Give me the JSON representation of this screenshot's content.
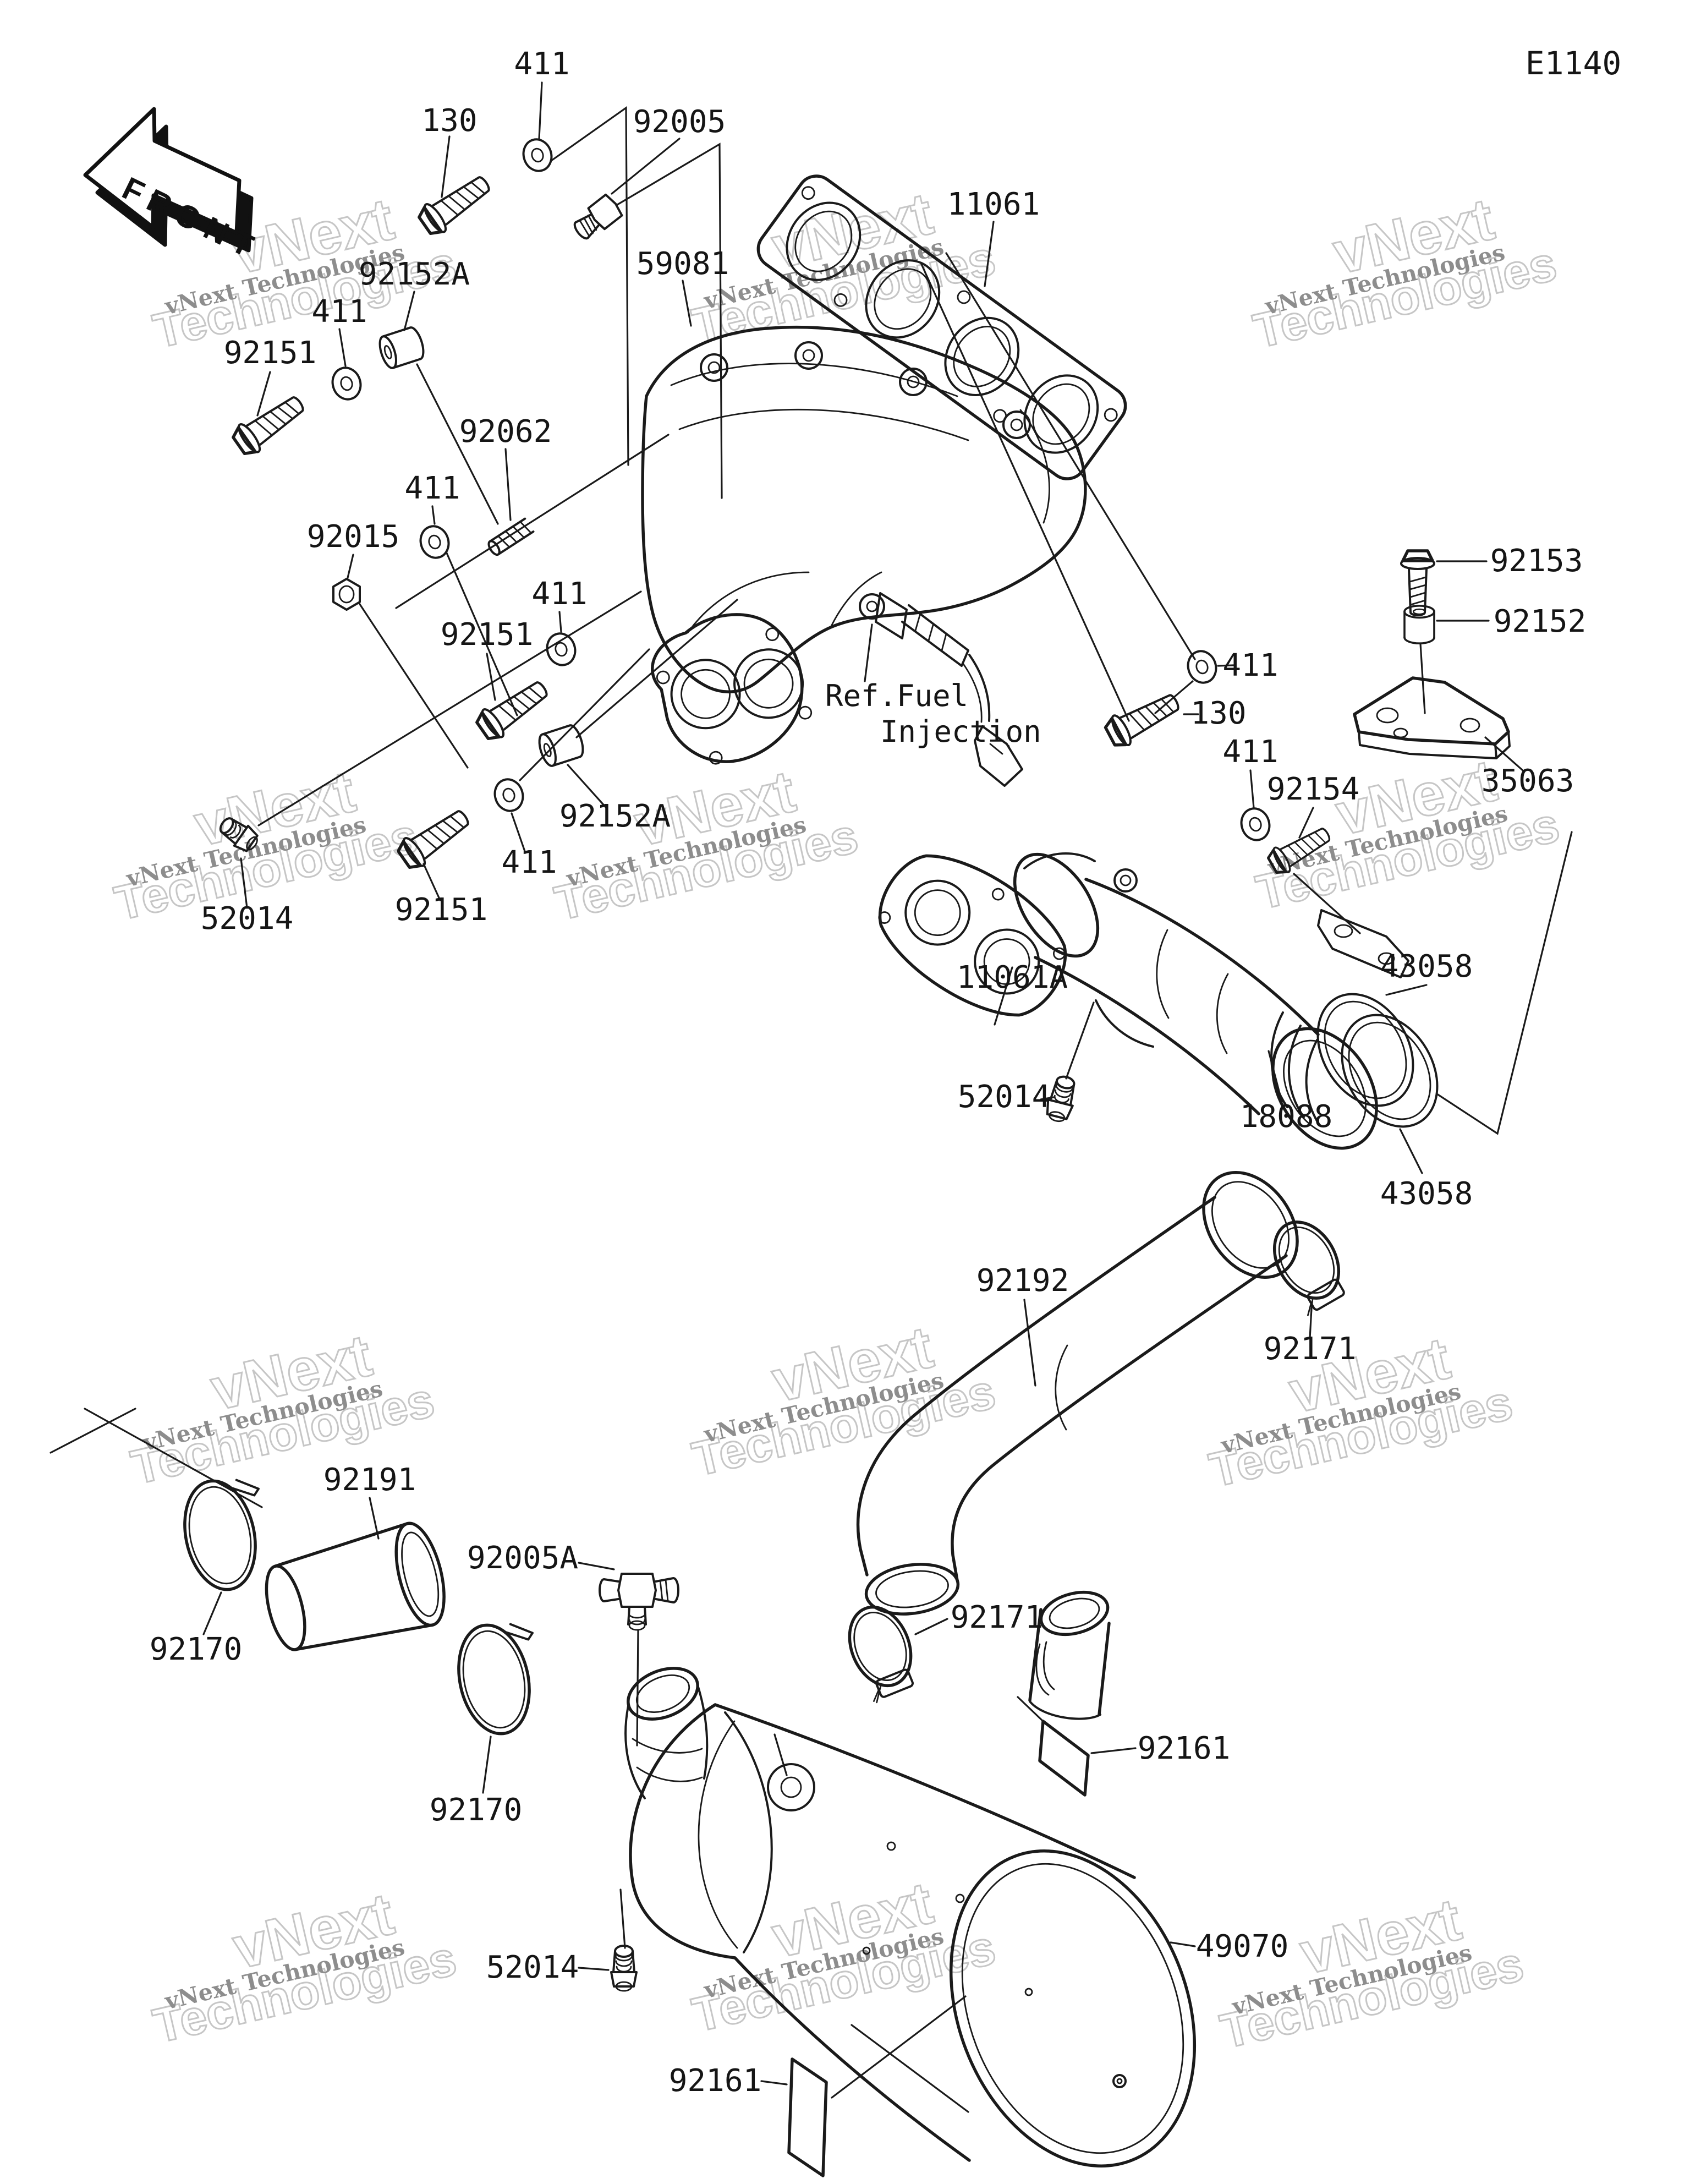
{
  "page": {
    "diagram_code": "E1140",
    "front_marker": "FRONT",
    "fuel_note_line1": "Ref.Fuel",
    "fuel_note_line2": "Injection"
  },
  "watermark": {
    "small": "vNext Technologies",
    "big_line1": "vNext",
    "big_line2": "Technologies"
  },
  "colors": {
    "ink": "#1a1a1a",
    "paper": "#ffffff",
    "watermark_outline": "#c6c6c6",
    "watermark_solid": "#8d8d8d"
  },
  "part_labels": [
    {
      "text": "411"
    },
    {
      "text": "130"
    },
    {
      "text": "92005"
    },
    {
      "text": "11061"
    },
    {
      "text": "59081"
    },
    {
      "text": "92152A"
    },
    {
      "text": "411"
    },
    {
      "text": "92151"
    },
    {
      "text": "92062"
    },
    {
      "text": "411"
    },
    {
      "text": "92015"
    },
    {
      "text": "411"
    },
    {
      "text": "92151"
    },
    {
      "text": "411"
    },
    {
      "text": "130"
    },
    {
      "text": "92153"
    },
    {
      "text": "92152"
    },
    {
      "text": "35063"
    },
    {
      "text": "411"
    },
    {
      "text": "92154"
    },
    {
      "text": "92152A"
    },
    {
      "text": "411"
    },
    {
      "text": "52014"
    },
    {
      "text": "92151"
    },
    {
      "text": "11061A"
    },
    {
      "text": "43058"
    },
    {
      "text": "52014"
    },
    {
      "text": "18088"
    },
    {
      "text": "43058"
    },
    {
      "text": "92192"
    },
    {
      "text": "92171"
    },
    {
      "text": "92191"
    },
    {
      "text": "92005A"
    },
    {
      "text": "92170"
    },
    {
      "text": "92171"
    },
    {
      "text": "92170"
    },
    {
      "text": "92161"
    },
    {
      "text": "52014"
    },
    {
      "text": "49070"
    },
    {
      "text": "92161"
    }
  ]
}
